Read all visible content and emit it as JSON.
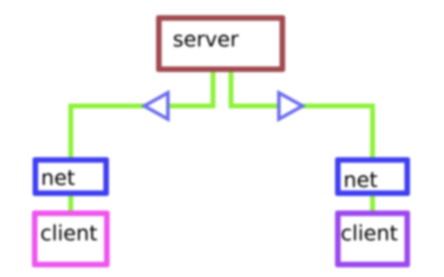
{
  "nodes": {
    "server": {
      "label": "server"
    },
    "net_left": {
      "label": "net"
    },
    "net_right": {
      "label": "net"
    },
    "client_left": {
      "label": "client"
    },
    "client_right": {
      "label": "client"
    }
  },
  "colors": {
    "server_border": "#a04a4f",
    "net_border": "#3f3ff2",
    "client_left_border": "#ee55ee",
    "client_right_border": "#9b48ee",
    "connector": "#8ef23a",
    "arrow": "#6b6bef"
  },
  "edges": [
    {
      "from": "server",
      "to": "net_left",
      "arrow": "left"
    },
    {
      "from": "server",
      "to": "net_right",
      "arrow": "right"
    },
    {
      "from": "net_left",
      "to": "client_left"
    },
    {
      "from": "net_right",
      "to": "client_right"
    }
  ]
}
